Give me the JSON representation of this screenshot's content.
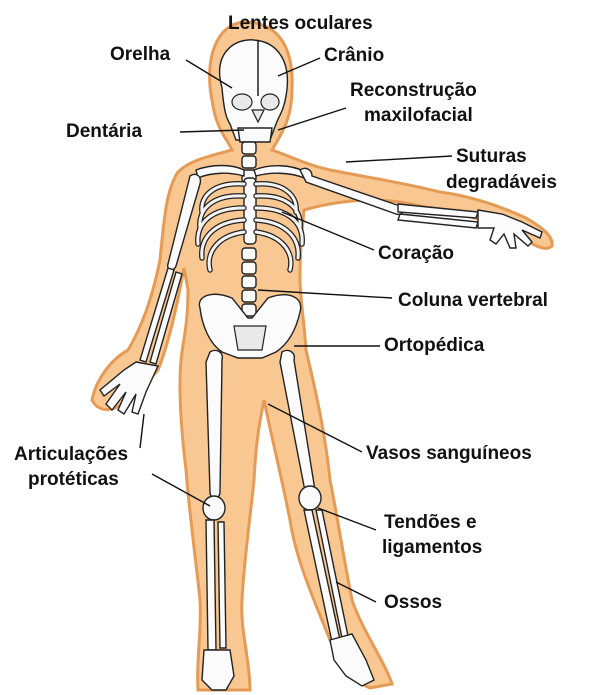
{
  "labels": {
    "lentes": "Lentes oculares",
    "orelha": "Orelha",
    "cranio": "Crânio",
    "reconstrucao_1": "Reconstrução",
    "reconstrucao_2": "maxilofacial",
    "dentaria": "Dentária",
    "suturas_1": "Suturas",
    "suturas_2": "degradáveis",
    "coracao": "Coração",
    "coluna": "Coluna vertebral",
    "ortopedica": "Ortopédica",
    "vasos": "Vasos sanguíneos",
    "articulacoes_1": "Articulações",
    "articulacoes_2": "protéticas",
    "tendoes_1": "Tendões e",
    "tendoes_2": "ligamentos",
    "ossos": "Ossos"
  },
  "colors": {
    "body_fill": "#f8c792",
    "body_outline": "#e59b55",
    "bone": "#fbfbfb",
    "ink": "#111111"
  }
}
